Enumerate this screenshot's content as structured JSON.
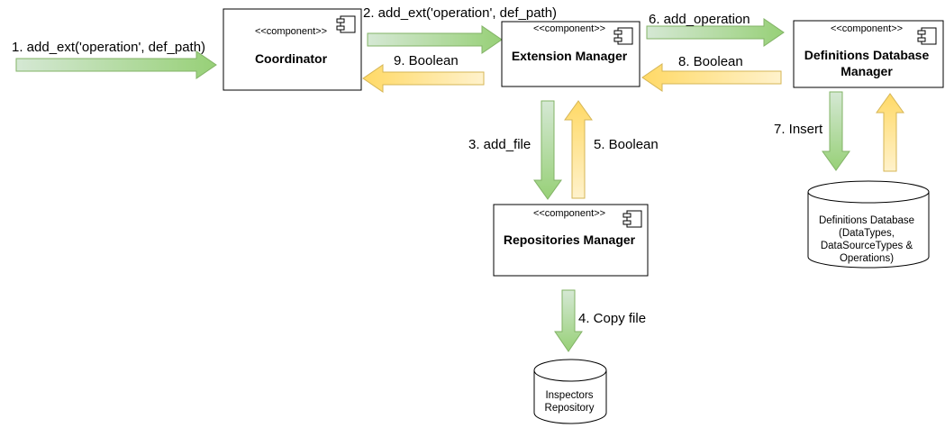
{
  "components": {
    "coordinator": {
      "stereotype": "<<component>>",
      "name": "Coordinator"
    },
    "extension_manager": {
      "stereotype": "<<component>>",
      "name": "Extension Manager"
    },
    "definitions_db_manager": {
      "stereotype": "<<component>>",
      "name_line1": "Definitions Database",
      "name_line2": "Manager"
    },
    "repositories_manager": {
      "stereotype": "<<component>>",
      "name": "Repositories Manager"
    }
  },
  "stores": {
    "definitions_database": {
      "lines": [
        "Definitions Database",
        "(DataTypes,",
        "DataSourceTypes &",
        "Operations)"
      ]
    },
    "inspectors_repository": {
      "lines": [
        "Inspectors",
        "Repository"
      ]
    }
  },
  "messages": {
    "m1": "1. add_ext('operation', def_path)",
    "m2": "2. add_ext('operation', def_path)",
    "m3": "3. add_file",
    "m4": "4. Copy file",
    "m5": "5. Boolean",
    "m6": "6. add_operation",
    "m7": "7. Insert",
    "m8": "8. Boolean",
    "m9": "9. Boolean"
  },
  "colors": {
    "request_arrow_fill": "#d5e8d4",
    "request_arrow_fill_end": "#97d077",
    "request_arrow_stroke": "#82b366",
    "response_arrow_fill": "#fff2cc",
    "response_arrow_fill_end": "#ffd966",
    "response_arrow_stroke": "#d6b656"
  }
}
